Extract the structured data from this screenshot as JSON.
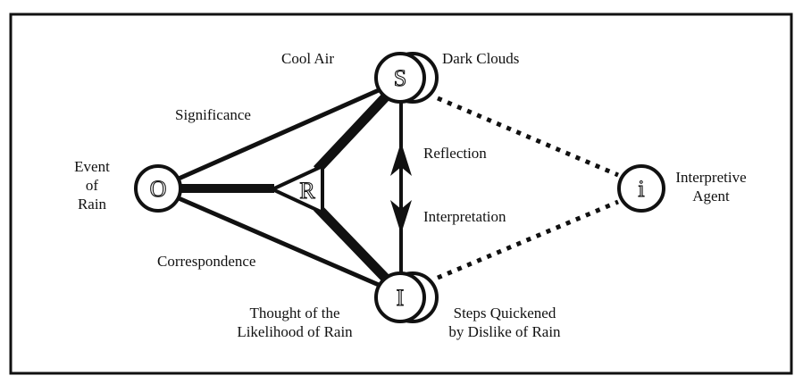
{
  "diagram": {
    "nodes": {
      "object": {
        "glyph": "O",
        "label_lines": [
          "Event",
          "of",
          "Rain"
        ]
      },
      "sign": {
        "glyph": "S",
        "label_left": "Cool Air",
        "label_right": "Dark Clouds"
      },
      "interpretant": {
        "glyph": "I",
        "label_left_lines": [
          "Thought of the",
          "Likelihood of Rain"
        ],
        "label_right_lines": [
          "Steps Quickened",
          "by Dislike of Rain"
        ]
      },
      "representamen": {
        "glyph": "R"
      },
      "agent": {
        "glyph": "i",
        "label_lines": [
          "Interpretive",
          "Agent"
        ]
      }
    },
    "edges": {
      "significance": "Significance",
      "correspondence": "Correspondence",
      "reflection": "Reflection",
      "interpretation": "Interpretation"
    },
    "colors": {
      "ink": "#111111",
      "background": "#ffffff"
    }
  }
}
